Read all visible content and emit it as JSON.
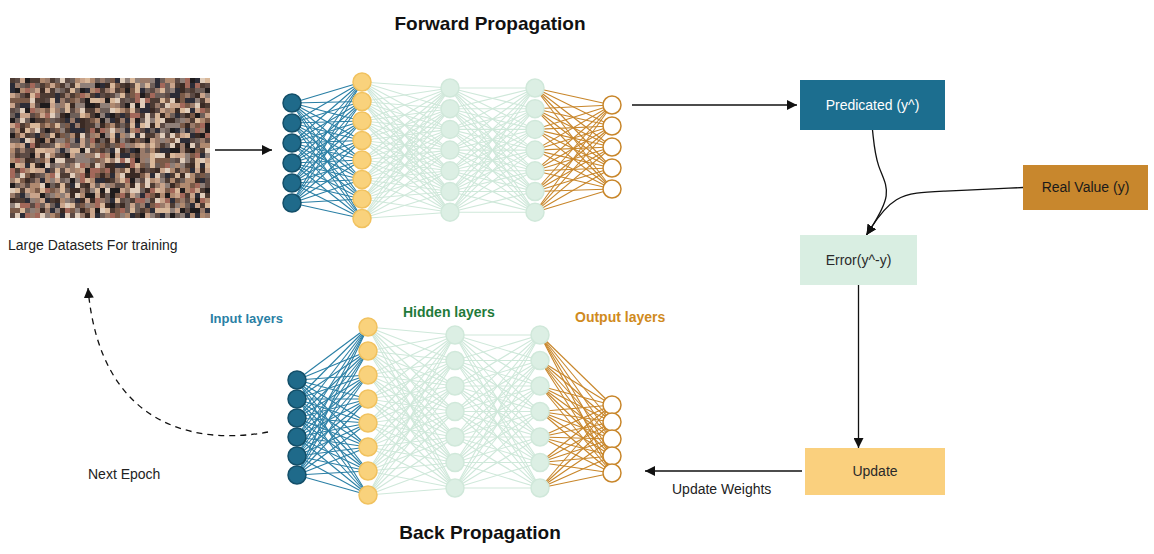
{
  "diagram": {
    "title": "Forward Propagation",
    "nodes": [
      {
        "text": [
          "Predicated (y^)"
        ]
      },
      {
        "text": [
          "Real Value (y)"
        ]
      },
      {
        "text": [
          "Error(y^-y)"
        ]
      },
      {
        "text": [
          "Update"
        ]
      }
    ],
    "edges": [
      {
        "from": 0,
        "to": 2,
        "arrow": "to"
      },
      {
        "from": 1,
        "to": 2,
        "arrow": "to"
      },
      {
        "from": 2,
        "to": 3,
        "arrow": "to"
      }
    ],
    "labels": [
      "Large Datasets For training",
      "Input layers",
      "Hidden layers",
      "Output layers",
      "Next Epoch",
      "Update Weights",
      "Back Propagation"
    ]
  }
}
